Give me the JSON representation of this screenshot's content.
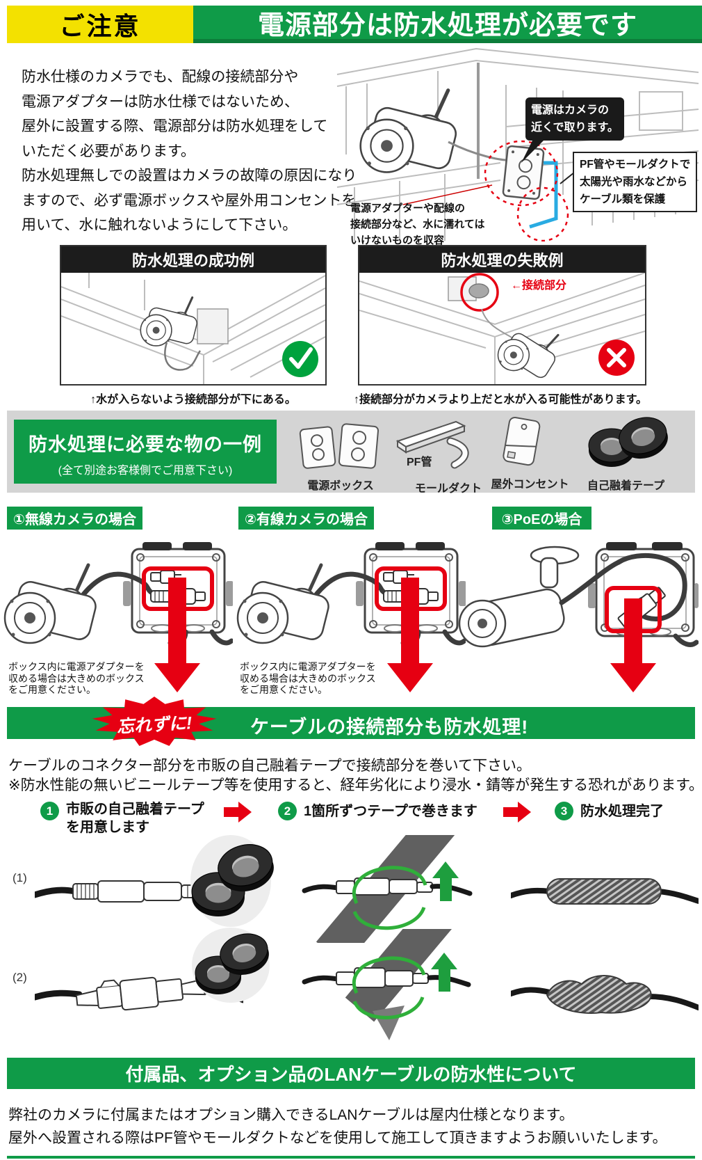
{
  "header": {
    "notice": "ご注意",
    "title": "電源部分は防水処理が必要です"
  },
  "intro": {
    "lines": [
      "防水仕様のカメラでも、配線の接続部分や",
      "電源アダプターは防水仕様ではないため、",
      "屋外に設置する際、電源部分は防水処理をして",
      "いただく必要があります。",
      "防水処理無しでの設置はカメラの故障の原因になり",
      "ますので、必ず電源ボックスや屋外用コンセントを",
      "用いて、水に触れないようにして下さい。"
    ]
  },
  "scene": {
    "bubble_lines": [
      "電源はカメラの",
      "近くで取ります。"
    ],
    "pf_callout_lines": [
      "PF管やモールダクトで",
      "太陽光や雨水などから",
      "ケーブル類を保護"
    ],
    "box_label_lines": [
      "電源アダプターや配線の",
      "接続部分など、水に濡れては",
      "いけないものを収容"
    ]
  },
  "examples": {
    "success_title": "防水処理の成功例",
    "success_caption": "↑水が入らないよう接続部分が下にある。",
    "fail_title": "防水処理の失敗例",
    "fail_annotation": "←接続部分",
    "fail_caption": "↑接続部分がカメラより上だと水が入る可能性があります。"
  },
  "materials": {
    "title": "防水処理に必要な物の一例",
    "subtitle": "(全て別途お客様側でご用意下さい)",
    "items": {
      "power_box": "電源ボックス",
      "pf_pipe": "PF管",
      "mole_duct": "モールダクト",
      "outdoor_outlet": "屋外コンセント",
      "fusing_tape": "自己融着テープ"
    }
  },
  "cases": {
    "wireless_title": "①無線カメラの場合",
    "wired_title": "②有線カメラの場合",
    "poe_title": "③PoEの場合",
    "note_lines": [
      "ボックス内に電源アダプターを",
      "収める場合は大きめのボックス",
      "をご用意ください。"
    ]
  },
  "reminder": {
    "badge": "忘れずに!",
    "title": "ケーブルの接続部分も防水処理!",
    "desc": "ケーブルのコネクター部分を市販の自己融着テープで接続部分を巻いて下さい。",
    "warning": "※防水性能の無いビニールテープ等を使用すると、経年劣化により浸水・錆等が発生する恐れがあります。"
  },
  "steps": {
    "step1_num": "1",
    "step1_lines": [
      "市販の自己融着テープ",
      "を用意します"
    ],
    "step2_num": "2",
    "step2_label": "1箇所ずつテープで巻きます",
    "step3_num": "3",
    "step3_label": "防水処理完了",
    "row1_label": "(1)",
    "row2_label": "(2)"
  },
  "footer": {
    "title": "付属品、オプション品のLANケーブルの防水性について",
    "lines": [
      "弊社のカメラに付属またはオプション購入できるLANケーブルは屋内仕様となります。",
      "屋外へ設置される際はPF管やモールダクトなどを使用して施工して頂きますようお願いいたします。"
    ]
  },
  "colors": {
    "green": "#0f9b48",
    "dark_green": "#0c7d3a",
    "yellow": "#f3e100",
    "red": "#e60012",
    "blue": "#29abe2",
    "band_gray": "#d4d4d4"
  }
}
